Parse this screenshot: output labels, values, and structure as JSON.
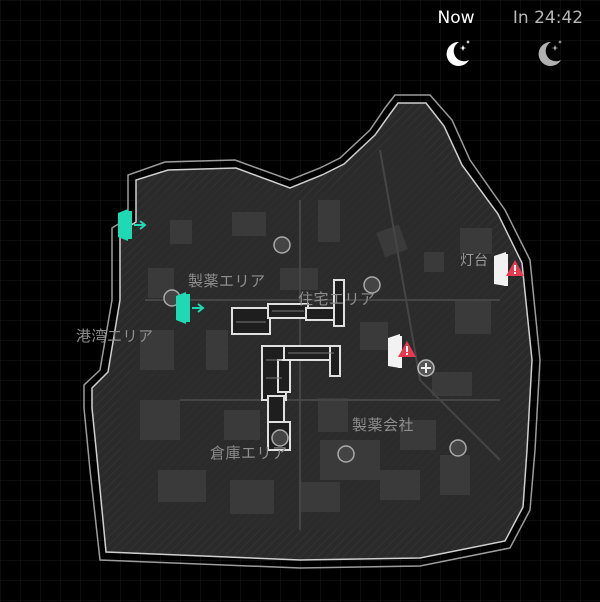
{
  "hud": {
    "now_label": "Now",
    "next_label": "In 24:42",
    "now_icon": "moon-stars-icon",
    "next_icon": "moon-stars-icon"
  },
  "areas": {
    "port": "港湾エリア",
    "pharma": "製薬エリア",
    "residential": "住宅エリア",
    "pharma_company": "製薬会社",
    "warehouse": "倉庫エリア"
  },
  "landmarks": {
    "lighthouse": "灯台"
  },
  "colors": {
    "background": "#000000",
    "map_fill": "#262626",
    "map_border": "#bfbfbf",
    "building": "#3a3a3a",
    "exit_green": "#1fd8b4",
    "danger_red": "#e63a4e",
    "interior_wall": "#d9d9d9"
  },
  "markers": [
    {
      "name": "exit-marker-west-top",
      "icon": "exit-door-icon",
      "kind": "exit"
    },
    {
      "name": "exit-marker-pharma",
      "icon": "exit-door-icon",
      "kind": "exit"
    },
    {
      "name": "danger-exit-marker-residential",
      "icon": "danger-door-icon",
      "kind": "danger"
    },
    {
      "name": "danger-exit-marker-lighthouse",
      "icon": "danger-door-icon",
      "kind": "danger"
    },
    {
      "name": "medkit-marker",
      "icon": "plus-icon",
      "kind": "item"
    },
    {
      "name": "poi-marker",
      "icon": "tag-icon",
      "kind": "poi"
    }
  ]
}
